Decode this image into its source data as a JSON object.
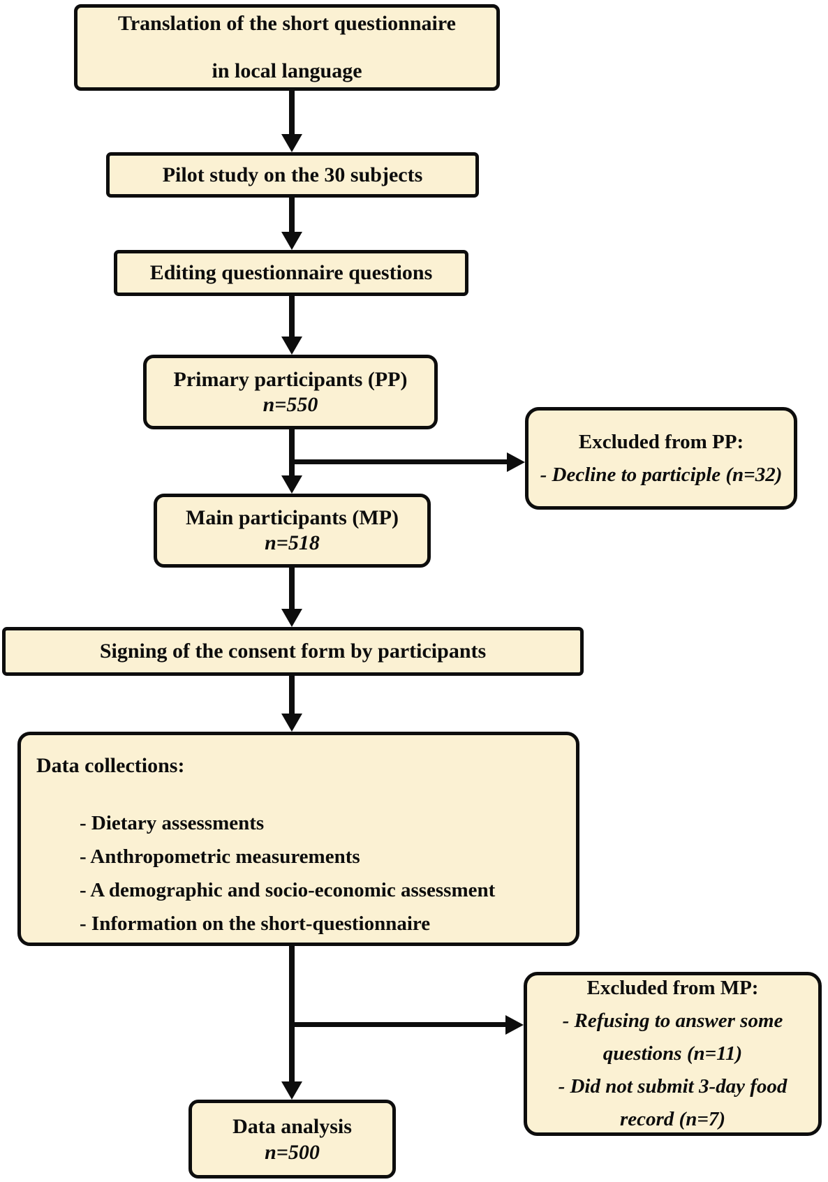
{
  "theme": {
    "background": "#ffffff",
    "box_fill": "#fbf1d3",
    "box_border": "#0d0d0d",
    "text_color": "#0d0d0d",
    "arrow_color": "#0d0d0d"
  },
  "nodes": {
    "translation": {
      "line1": "Translation of the short questionnaire",
      "line2": "in local language"
    },
    "pilot": {
      "label": "Pilot study on the 30 subjects"
    },
    "editing": {
      "label": "Editing questionnaire questions"
    },
    "primary_participants": {
      "title": "Primary participants (PP)",
      "count": "n=550"
    },
    "excluded_pp": {
      "title": "Excluded from PP:",
      "items": [
        "- Decline to participle (n=32)"
      ]
    },
    "main_participants": {
      "title": "Main participants (MP)",
      "count": "n=518"
    },
    "signing": {
      "label": "Signing of the consent form by participants"
    },
    "data_collections": {
      "title": "Data collections:",
      "items": [
        "- Dietary assessments",
        "- Anthropometric measurements",
        "- A demographic and socio-economic assessment",
        "- Information on the short-questionnaire"
      ]
    },
    "excluded_mp": {
      "title": "Excluded from MP:",
      "items": [
        "- Refusing to answer some questions (n=11)",
        "- Did not submit 3-day food record (n=7)"
      ]
    },
    "data_analysis": {
      "title": "Data analysis",
      "count": "n=500"
    }
  }
}
